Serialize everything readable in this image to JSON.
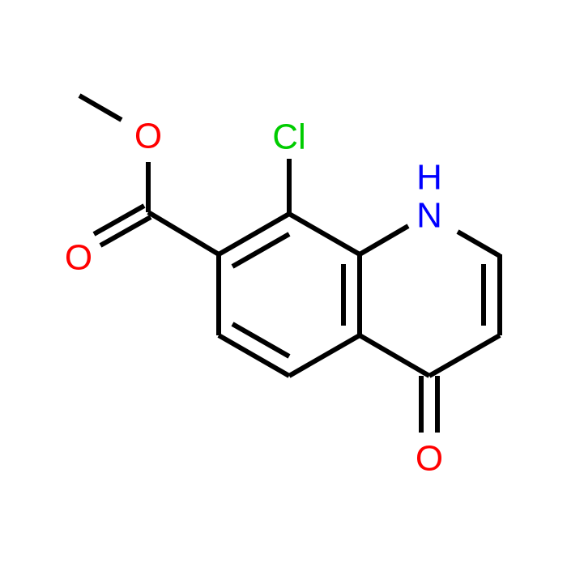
{
  "molecule": {
    "atoms": {
      "chlorine": {
        "label": "Cl",
        "color": "#00cc00"
      },
      "nitrogen": {
        "label": "N",
        "color": "#0000ff"
      },
      "hydrogen": {
        "label": "H",
        "color": "#0000ff"
      },
      "ester_oxygen": {
        "label": "O",
        "color": "#ff0000"
      },
      "carbonyl_oxygen": {
        "label": "O",
        "color": "#ff0000"
      },
      "ketone_oxygen": {
        "label": "O",
        "color": "#ff0000"
      }
    },
    "bond_color": "#000000"
  }
}
